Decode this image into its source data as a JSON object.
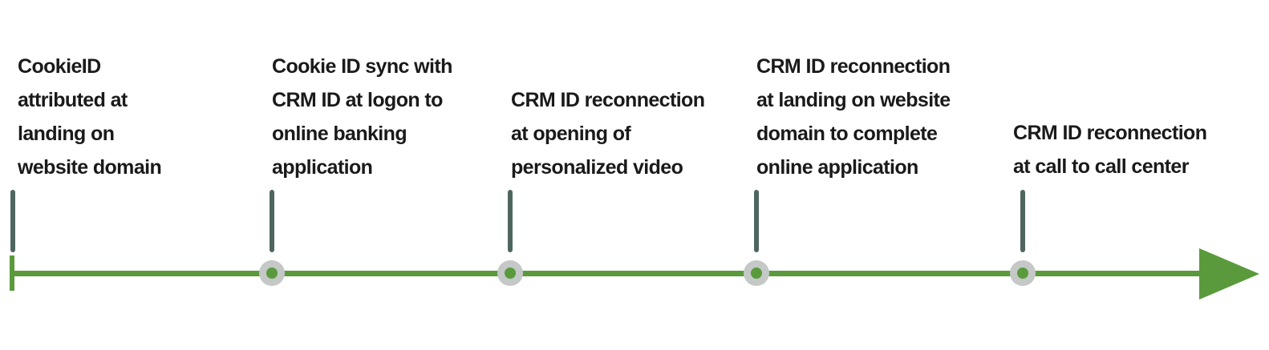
{
  "timeline": {
    "line_color": "#5a9a3c",
    "tick_color": "#4f6660",
    "marker_halo_color": "#c4c8c6",
    "milestones": [
      {
        "lines": [
          "CookieID",
          "attributed at",
          "landing on",
          "website domain"
        ]
      },
      {
        "lines": [
          "Cookie ID sync with",
          "CRM ID at logon to",
          "online banking",
          "application"
        ]
      },
      {
        "lines": [
          "CRM ID reconnection",
          "at opening of",
          "personalized video"
        ]
      },
      {
        "lines": [
          "CRM ID reconnection",
          "at landing on website",
          "domain to complete",
          "online application"
        ]
      },
      {
        "lines": [
          "CRM ID reconnection",
          "at call to call center"
        ]
      }
    ]
  }
}
